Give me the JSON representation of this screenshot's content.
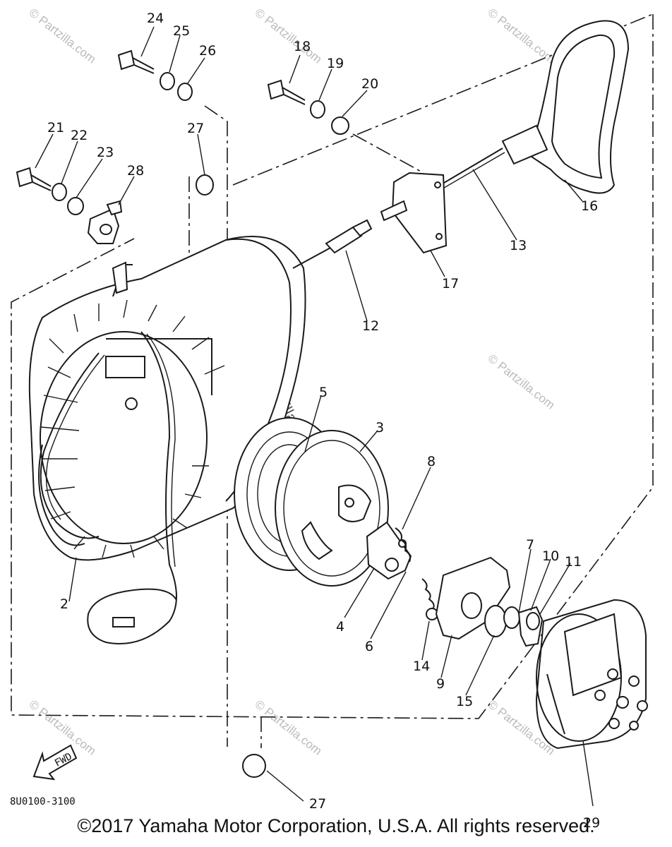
{
  "labels": {
    "p2": "2",
    "p3": "3",
    "p4": "4",
    "p5": "5",
    "p6": "6",
    "p7": "7",
    "p8": "8",
    "p9": "9",
    "p10": "10",
    "p11": "11",
    "p12": "12",
    "p13": "13",
    "p14": "14",
    "p15": "15",
    "p16": "16",
    "p17": "17",
    "p18": "18",
    "p19": "19",
    "p20": "20",
    "p21": "21",
    "p22": "22",
    "p23": "23",
    "p24": "24",
    "p25": "25",
    "p26": "26",
    "p27a": "27",
    "p27b": "27",
    "p28": "28",
    "p29": "29"
  },
  "diagram_code": "8U0100-3100",
  "fwd_label": "FWD",
  "watermark": "© Partzilla.com",
  "copyright": "©2017 Yamaha Motor Corporation, U.S.A. All rights reserved."
}
